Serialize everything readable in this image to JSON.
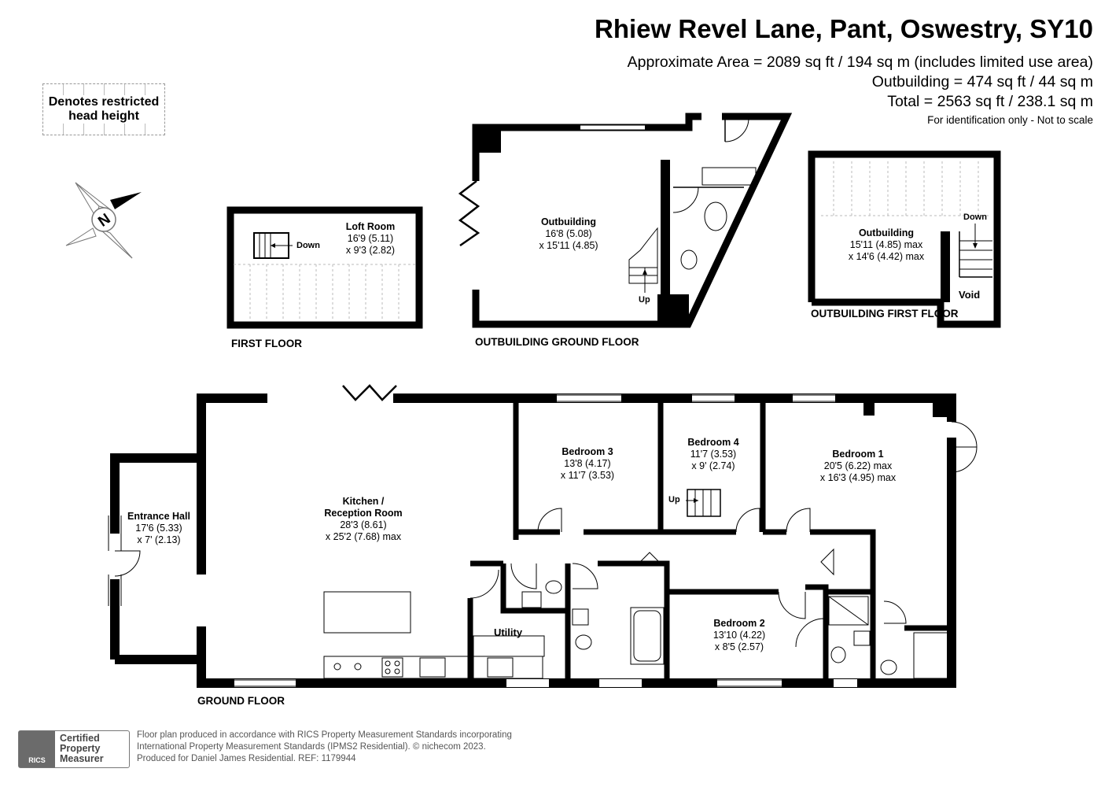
{
  "header": {
    "title": "Rhiew Revel Lane, Pant, Oswestry, SY10",
    "area_line": "Approximate Area = 2089 sq ft / 194 sq m (includes limited use area)",
    "outbuilding_line": "Outbuilding = 474 sq ft / 44 sq m",
    "total_line": "Total = 2563 sq ft / 238.1 sq m",
    "disclaimer": "For identification only - Not to scale"
  },
  "legend": {
    "text": "Denotes restricted head height"
  },
  "compass": {
    "letter": "N"
  },
  "floors": {
    "first_floor": "FIRST FLOOR",
    "outbuilding_ground": "OUTBUILDING GROUND FLOOR",
    "outbuilding_first": "OUTBUILDING FIRST FLOOR",
    "ground_floor": "GROUND FLOOR"
  },
  "rooms": {
    "loft": {
      "name": "Loft Room",
      "dim1": "16'9 (5.11)",
      "dim2": "x 9'3 (2.82)"
    },
    "outbuilding_ground": {
      "name": "Outbuilding",
      "dim1": "16'8 (5.08)",
      "dim2": "x 15'11 (4.85)"
    },
    "outbuilding_first": {
      "name": "Outbuilding",
      "dim1": "15'11 (4.85) max",
      "dim2": "x 14'6 (4.42) max"
    },
    "entrance_hall": {
      "name": "Entrance Hall",
      "dim1": "17'6 (5.33)",
      "dim2": "x 7' (2.13)"
    },
    "kitchen": {
      "name1": "Kitchen /",
      "name2": "Reception Room",
      "dim1": "28'3 (8.61)",
      "dim2": "x 25'2 (7.68) max"
    },
    "bedroom3": {
      "name": "Bedroom 3",
      "dim1": "13'8 (4.17)",
      "dim2": "x 11'7 (3.53)"
    },
    "bedroom4": {
      "name": "Bedroom 4",
      "dim1": "11'7 (3.53)",
      "dim2": "x 9' (2.74)"
    },
    "bedroom1": {
      "name": "Bedroom 1",
      "dim1": "20'5 (6.22) max",
      "dim2": "x 16'3 (4.95) max"
    },
    "bedroom2": {
      "name": "Bedroom 2",
      "dim1": "13'10 (4.22)",
      "dim2": "x 8'5 (2.57)"
    },
    "utility": {
      "name": "Utility"
    },
    "void": {
      "name": "Void"
    }
  },
  "stair_labels": {
    "down": "Down",
    "up": "Up"
  },
  "footer": {
    "line1": "Floor plan produced in accordance with RICS Property Measurement Standards incorporating",
    "line2": "International Property Measurement Standards (IPMS2 Residential).  © nichecom 2023.",
    "line3": "Produced for Daniel James Residential.   REF:  1179944"
  },
  "badge": {
    "logo": "RICS",
    "line1": "Certified",
    "line2": "Property",
    "line3": "Measurer"
  }
}
